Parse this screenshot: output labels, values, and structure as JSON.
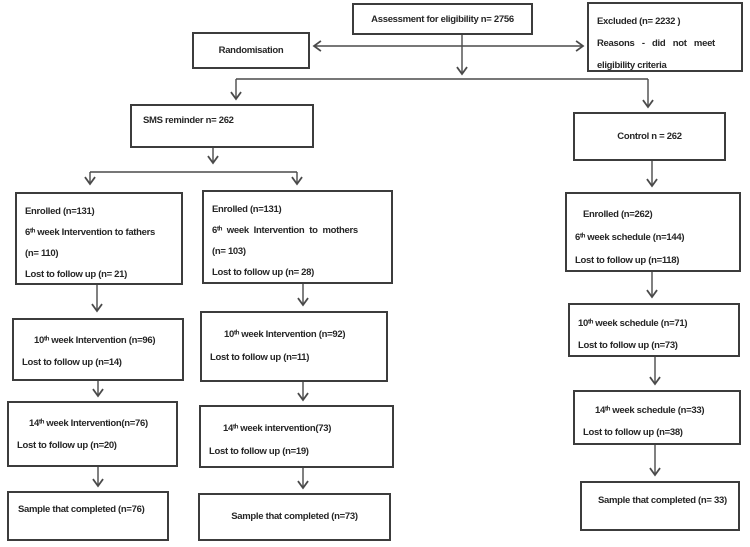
{
  "diagram": {
    "title_hint": "CONSORT-style participant flow diagram",
    "colors": {
      "background": "#ffffff",
      "box_border": "#3c3c3c",
      "arrow": "#4a4a4a",
      "text": "#262626"
    },
    "boxes": {
      "assessment": {
        "lines": [
          "Assessment for eligibility n= 2756"
        ]
      },
      "excluded": {
        "lines": [
          "Excluded (n= 2232 )",
          "Reasons - did not meet",
          "eligibility criteria"
        ]
      },
      "randomisation": {
        "lines": [
          "Randomisation"
        ]
      },
      "sms": {
        "lines": [
          "SMS reminder n= 262"
        ]
      },
      "control": {
        "lines": [
          "Control n = 262"
        ]
      },
      "enrolled_fathers": {
        "lines": [
          "Enrolled (n=131)",
          "6ᵗʰ week Intervention to fathers",
          "(n= 110)",
          "Lost to follow up (n= 21)"
        ]
      },
      "enrolled_mothers": {
        "lines": [
          "Enrolled (n=131)",
          "6ᵗʰ week Intervention to mothers",
          "(n= 103)",
          "Lost to follow up (n= 28)"
        ]
      },
      "enrolled_control": {
        "lines": [
          "Enrolled (n=262)",
          "6ᵗʰ week schedule (n=144)",
          "Lost to follow up (n=118)"
        ]
      },
      "week10_fathers": {
        "lines": [
          "10ᵗʰ week Intervention (n=96)",
          "Lost to follow up (n=14)"
        ]
      },
      "week10_mothers": {
        "lines": [
          "10ᵗʰ week Intervention (n=92)",
          "Lost to follow up (n=11)"
        ]
      },
      "week10_control": {
        "lines": [
          "10ᵗʰ week schedule (n=71)",
          "Lost to follow up (n=73)"
        ]
      },
      "week14_fathers": {
        "lines": [
          "14ᵗʰ week Intervention(n=76)",
          "Lost to follow up (n=20)"
        ]
      },
      "week14_mothers": {
        "lines": [
          "14ᵗʰ week intervention(73)",
          "Lost to follow up (n=19)"
        ]
      },
      "week14_control": {
        "lines": [
          "14ᵗʰ week schedule (n=33)",
          "Lost to follow up (n=38)"
        ]
      },
      "sample_fathers": {
        "lines": [
          "Sample that completed (n=76)"
        ]
      },
      "sample_mothers": {
        "lines": [
          "Sample that completed (n=73)"
        ]
      },
      "sample_control": {
        "lines": [
          "Sample that completed (n= 33)"
        ]
      }
    }
  }
}
